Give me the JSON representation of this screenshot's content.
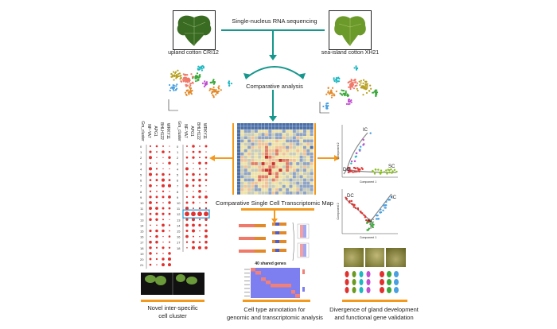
{
  "top": {
    "title": "Single-nucleus RNA sequencing",
    "left_sample": "upland cotton CRI12",
    "right_sample": "sea-island cotton XH21",
    "comparative": "Comparative analysis"
  },
  "center": {
    "map_title": "Comparative Single Cell Transcriptomic Map",
    "shared_genes": "40 shared genes"
  },
  "left_panel": {
    "columns": [
      "Gm_cluster",
      "NF-YA7",
      "APG1",
      "BHLH122",
      "WRKY11"
    ],
    "caption_line1": "Novel inter-specific",
    "caption_line2": "cell cluster"
  },
  "middle_panel": {
    "caption_line1": "Cell type annotation for",
    "caption_line2": "genomic and transcriptomic analysis"
  },
  "right_panel": {
    "traj1_labels": [
      "IC",
      "SC",
      "DC"
    ],
    "traj2_labels": [
      "DC",
      "IC",
      "SC"
    ],
    "axis_x": "Component 1",
    "axis_y": "Component 2",
    "caption_line1": "Divergence of gland development",
    "caption_line2": "and functional gene validation"
  },
  "colors": {
    "teal": "#16968c",
    "orange": "#f39a1e",
    "red": "#e0312e",
    "blue": "#1b9ad6"
  }
}
